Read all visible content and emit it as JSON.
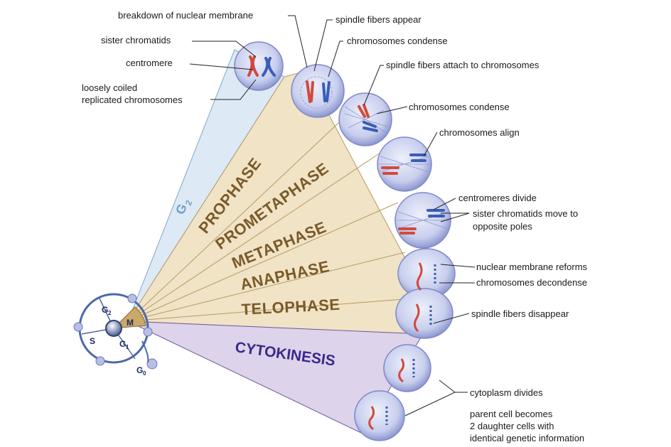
{
  "phases": {
    "g2": "G",
    "g2_sub": "2",
    "prophase": "PROPHASE",
    "prometaphase": "PROMETAPHASE",
    "metaphase": "METAPHASE",
    "anaphase": "ANAPHASE",
    "telophase": "TELOPHASE",
    "cytokinesis": "CYTOKINESIS"
  },
  "cycle": {
    "g2": "G",
    "g2_sub": "2",
    "m": "M",
    "s": "S",
    "g1": "G",
    "g1_sub": "1",
    "g0": "G",
    "g0_sub": "0"
  },
  "labels": {
    "breakdown": "breakdown of nuclear membrane",
    "spindle_appear": "spindle fibers appear",
    "sister_chromatids": "sister chromatids",
    "chrom_condense_1": "chromosomes condense",
    "centromere": "centromere",
    "spindle_attach": "spindle fibers attach to chromosomes",
    "loosely_1": "loosely coiled",
    "loosely_2": "replicated chromosomes",
    "chrom_condense_2": "chromosomes condense",
    "chrom_align": "chromosomes align",
    "centromeres_divide": "centromeres divide",
    "sister_move_1": "sister chromatids move to",
    "sister_move_2": "opposite poles",
    "nuclear_reforms": "nuclear membrane reforms",
    "chrom_decondense": "chromosomes decondense",
    "spindle_disappear": "spindle fibers disappear",
    "cytoplasm_divides": "cytoplasm divides",
    "parent_1": "parent cell becomes",
    "parent_2": "2 daughter cells with",
    "parent_3": "identical genetic information"
  },
  "colors": {
    "g2_wedge": "#dde9f4",
    "mitosis_wedge": "#f1e3c6",
    "cyto_wedge": "#ddd3ea",
    "cell_fill": "#c9d0ef",
    "cell_edge": "#7f88c8",
    "red_chromosome": "#d24a3c",
    "blue_chromosome": "#3a5cb8"
  }
}
